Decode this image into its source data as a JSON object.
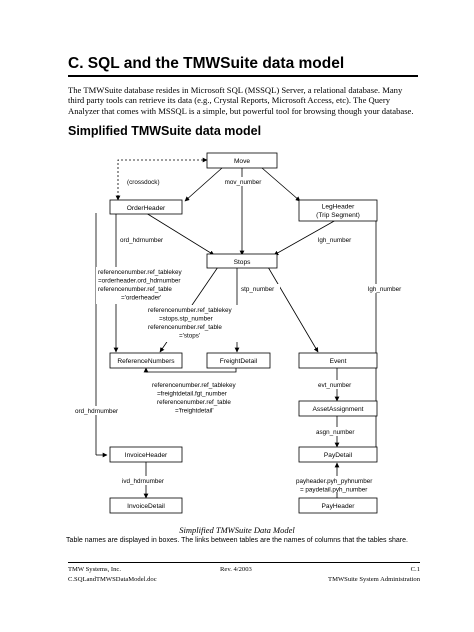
{
  "heading": {
    "title": "C. SQL and the TMWSuite data model",
    "intro": "The TMWSuite database resides in Microsoft SQL (MSSQL) Server, a relational database. Many third party tools can retrieve its data (e.g., Crystal Reports, Microsoft Access, etc). The Query Analyzer that comes with MSSQL is a simple, but powerful tool for browsing though your database.",
    "subtitle": "Simplified TMWSuite data model"
  },
  "diagram": {
    "tables": {
      "move": "Move",
      "orderheader": "OrderHeader",
      "legheader_1": "LegHeader",
      "legheader_2": "(Trip Segment)",
      "stops": "Stops",
      "referencenumbers": "ReferenceNumbers",
      "freightdetail": "FreightDetail",
      "event": "Event",
      "assetassignment": "AssetAssignment",
      "invoiceheader": "InvoiceHeader",
      "paydetail": "PayDetail",
      "invoicedetail": "InvoiceDetail",
      "payheader": "PayHeader"
    },
    "links": {
      "crossdock": "(crossdock)",
      "mov_number": "mov_number",
      "ord_hdrnumber_1": "ord_hdrnumber",
      "lgh_number_1": "lgh_number",
      "lgh_number_2": "lgh_number",
      "ref_order_1": "referencenumber.ref_tablekey",
      "ref_order_2": "=orderheader.ord_hdrnumber",
      "ref_order_3": "referencenumber.ref_table",
      "ref_order_4": "='orderheader'",
      "stp_number": "stp_number",
      "ref_stops_1": "referencenumber.ref_tablekey",
      "ref_stops_2": "=stops.stp_number",
      "ref_stops_3": "referencenumber.ref_table",
      "ref_stops_4": "='stops'",
      "ref_freight_1": "referencenumber.ref_tablekey",
      "ref_freight_2": "=freightdetail.fgt_number",
      "ref_freight_3": "referencenumber.ref_table",
      "ref_freight_4": "='freightdetail'",
      "ord_hdrnumber_2": "ord_hdrnumber",
      "evt_number": "evt_number",
      "asgn_number": "asgn_number",
      "ivd_hdrnumber": "ivd_hdrnumber",
      "pyh_1": "payheader.pyh_pyhnumber",
      "pyh_2": "= paydetail.pyh_number"
    }
  },
  "caption": {
    "title": "Simplified TMWSuite Data Model",
    "note": "Table names are displayed in boxes. The links between tables are the names of columns that the tables share."
  },
  "footer": {
    "company": "TMW Systems, Inc.",
    "revision": "Rev. 4/2003",
    "page": "C.1",
    "filename": "C.SQLandTMWSDataModel.doc",
    "section": "TMWSuite System Administration"
  }
}
